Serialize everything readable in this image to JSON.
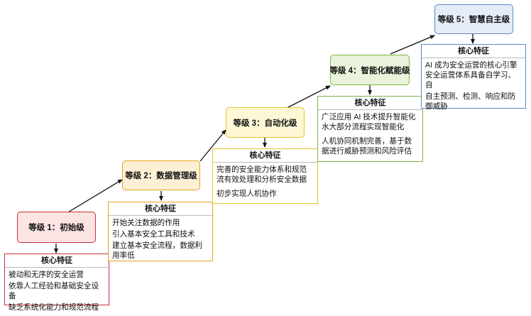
{
  "levels": [
    {
      "title": "等级 1：初始级",
      "color": "#c8323c",
      "fill": "#fbe4e3",
      "card_title": "核心特征",
      "features": [
        "被动和无序的安全运营",
        "依靠人工经验和基础安全设备",
        "缺乏系统化能力和规范流程"
      ]
    },
    {
      "title": "等级 2：数据管理级",
      "color": "#e8a021",
      "fill": "#fdf0d5",
      "card_title": "核心特征",
      "features": [
        "开始关注数据的作用",
        "引入基本安全工具和技术",
        "建立基本安全流程，数据利用率低"
      ]
    },
    {
      "title": "等级 3：自动化级",
      "color": "#e3c52a",
      "fill": "#fdf7d6",
      "card_title": "核心特征",
      "features": [
        "完善的安全能力体系和规范流有效处理和分析安全数据",
        "初步实现人机协作"
      ]
    },
    {
      "title": "等级 4：智能化赋能级",
      "color": "#7fb347",
      "fill": "#e9f3dc",
      "card_title": "核心特征",
      "features": [
        "广泛应用 AI 技术提升智能化水大部分流程实现智能化",
        "人机协同机制完善，基于数据进行威胁预测和风险评估"
      ]
    },
    {
      "title": "等级 5：智慧自主级",
      "color": "#5f88c9",
      "fill": "#e4ecf8",
      "card_title": "核心特征",
      "features": [
        "AI 成为安全运营的核心引擎安全运营体系具备自学习、自",
        "自主预测、检测、响应和防御威胁"
      ]
    }
  ]
}
